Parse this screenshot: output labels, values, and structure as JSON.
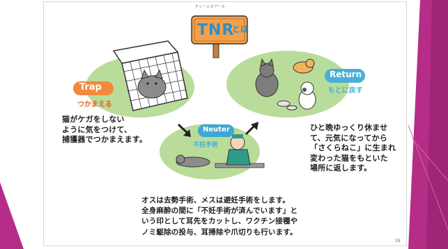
{
  "colors": {
    "magenta": "#b52d86",
    "magenta_dark": "#8e1f6a",
    "trap_orange": "#f08a3c",
    "trap_text": "#e8601c",
    "return_blue": "#4ab0d8",
    "neuter_blue": "#3ea7d6",
    "green_blob": "#b9dc9a",
    "sign_orange": "#f4a04a",
    "sign_blue": "#2f8fc8"
  },
  "header": {
    "ruby": "ティーエヌアール",
    "sign_title": "TNR",
    "sign_suffix": "とは"
  },
  "trap": {
    "label": "Trap",
    "subtitle": "つかまえる",
    "desc_lines": [
      "猫がケガをしない",
      "ように気をつけて、",
      "捕獲器でつかまえます。"
    ]
  },
  "neuter": {
    "label": "Neuter",
    "subtitle": "不妊手術"
  },
  "return": {
    "label": "Return",
    "subtitle": "もとに戻す",
    "desc_lines": [
      "ひと晩ゆっくり休ませ",
      "て、元気になってから",
      "「さくらねこ」に生まれ",
      "変わった猫をもといた",
      "場所に返します。"
    ]
  },
  "bottom": {
    "lines": [
      "オスは去勢手術、メスは避妊手術をします。",
      "全身麻酔の間に「不妊手術が済んでいます」と",
      "いう印として耳先をカットし、ワクチン接種や",
      "ノミ駆除の投与、耳掃除や爪切りも行います。"
    ]
  },
  "page_number": "15",
  "icons": [
    "trap-cage-icon",
    "cat-icon",
    "vet-icon",
    "arrow-icon",
    "signpost-icon",
    "food-bowl-icon"
  ]
}
